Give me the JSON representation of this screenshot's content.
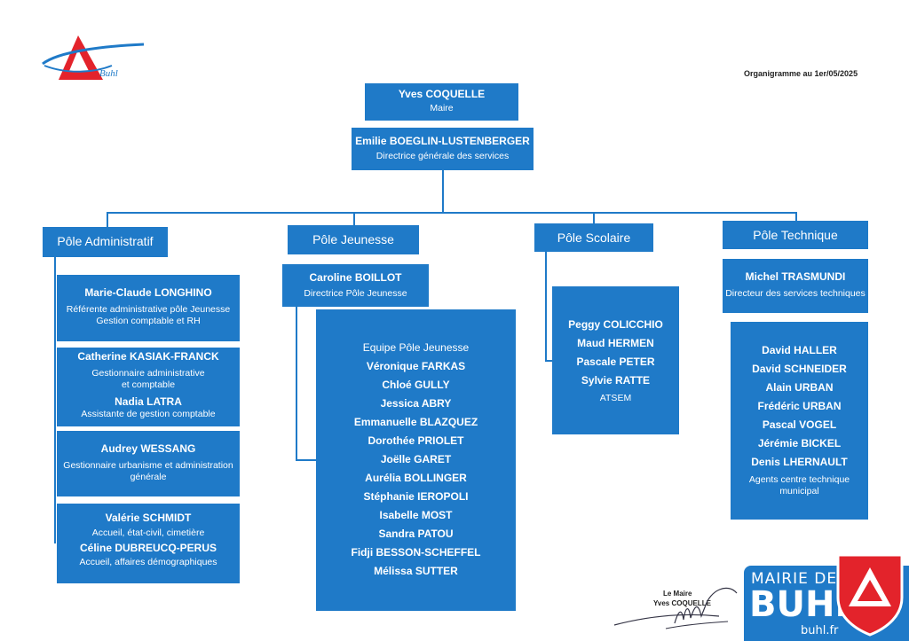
{
  "header": {
    "date_label": "Organigramme au 1er/05/2025"
  },
  "top": {
    "mayor": {
      "name": "Yves COQUELLE",
      "role": "Maire"
    },
    "dgs": {
      "name": "Emilie BOEGLIN-LUSTENBERGER",
      "role": "Directrice générale des services"
    }
  },
  "poles": {
    "admin": {
      "title": "Pôle Administratif",
      "boxes": [
        {
          "name": "Marie-Claude LONGHINO",
          "role1": "Référente administrative pôle Jeunesse",
          "role2": "Gestion comptable et RH"
        },
        {
          "name": "Catherine KASIAK-FRANCK",
          "role1": "Gestionnaire administrative",
          "role2": "et comptable",
          "name2": "Nadia LATRA",
          "role3": "Assistante de gestion comptable"
        },
        {
          "name": "Audrey WESSANG",
          "role1": "Gestionnaire urbanisme et administration",
          "role2": "générale"
        },
        {
          "name": "Valérie SCHMIDT",
          "role1": "Accueil, état-civil, cimetière",
          "name2": "Céline DUBREUCQ-PERUS",
          "role2": "Accueil, affaires démographiques"
        }
      ]
    },
    "jeunesse": {
      "title": "Pôle Jeunesse",
      "head": {
        "name": "Caroline BOILLOT",
        "role": "Directrice Pôle Jeunesse"
      },
      "team_label": "Equipe Pôle Jeunesse",
      "members": [
        "Véronique FARKAS",
        "Chloé GULLY",
        "Jessica ABRY",
        "Emmanuelle BLAZQUEZ",
        "Dorothée PRIOLET",
        "Joëlle GARET",
        "Aurélia BOLLINGER",
        "Stéphanie IEROPOLI",
        "Isabelle MOST",
        "Sandra PATOU",
        "Fidji BESSON-SCHEFFEL",
        "Mélissa SUTTER"
      ]
    },
    "scolaire": {
      "title": "Pôle Scolaire",
      "members": [
        "Peggy COLICCHIO",
        "Maud HERMEN",
        "Pascale PETER",
        "Sylvie RATTE"
      ],
      "role": "ATSEM"
    },
    "technique": {
      "title": "Pôle Technique",
      "head": {
        "name": "Michel TRASMUNDI",
        "role": "Directeur des services techniques"
      },
      "members": [
        "David HALLER",
        "David SCHNEIDER",
        "Alain URBAN",
        "Frédéric URBAN",
        "Pascal VOGEL",
        "Jérémie BICKEL",
        "Denis LHERNAULT"
      ],
      "role1": "Agents centre technique",
      "role2": "municipal"
    }
  },
  "signature": {
    "title": "Le Maire",
    "name": "Yves COQUELLE"
  },
  "badge": {
    "line1": "MAIRIE DE",
    "line2": "BUHL",
    "url": "buhl.fr"
  },
  "colors": {
    "accent": "#1f7ac8",
    "logo_red": "#e3232b"
  }
}
